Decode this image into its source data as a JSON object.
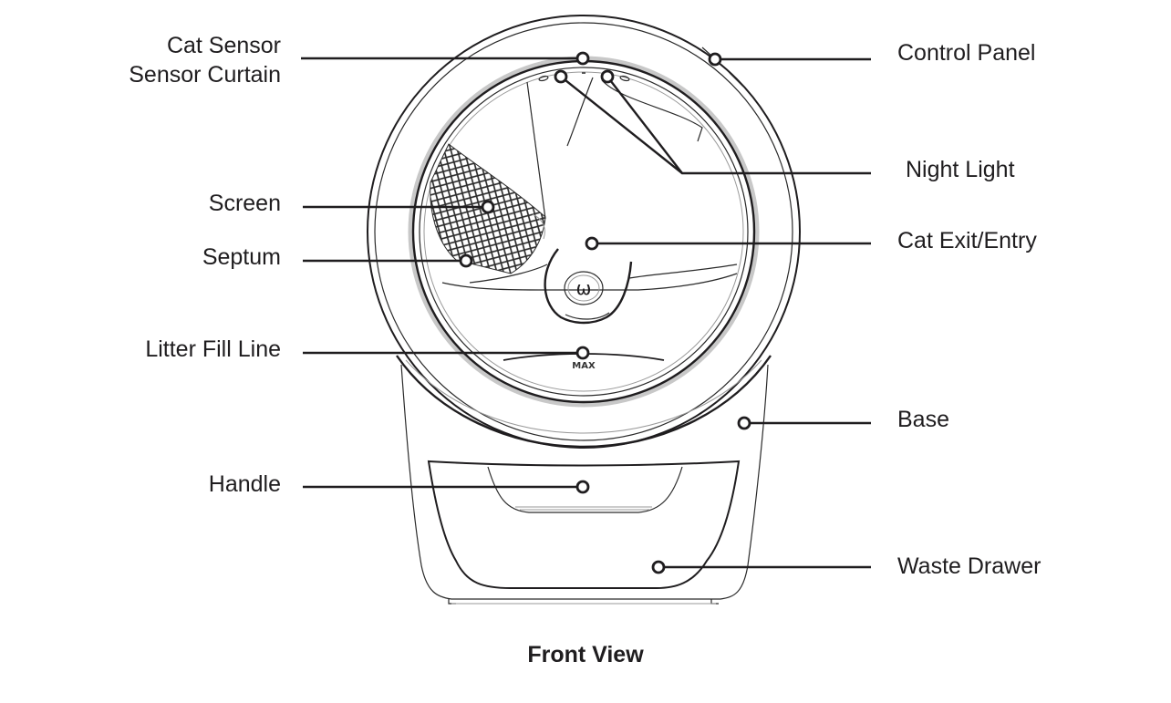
{
  "diagram": {
    "title": "Front View",
    "subject": "Automatic self-cleaning litter box",
    "colors": {
      "ink": "#1f1d1f",
      "background": "#ffffff"
    },
    "labels_left": [
      {
        "id": "cat-sensor",
        "lines": [
          "Cat Sensor",
          "Sensor Curtain"
        ]
      },
      {
        "id": "screen",
        "lines": [
          "Screen"
        ]
      },
      {
        "id": "septum",
        "lines": [
          "Septum"
        ]
      },
      {
        "id": "litter-fill-line",
        "lines": [
          "Litter Fill Line"
        ]
      },
      {
        "id": "handle",
        "lines": [
          "Handle"
        ]
      }
    ],
    "labels_right": [
      {
        "id": "control-panel",
        "lines": [
          "Control Panel"
        ]
      },
      {
        "id": "night-light",
        "lines": [
          "Night Light"
        ]
      },
      {
        "id": "cat-exit-entry",
        "lines": [
          "Cat Exit/Entry"
        ]
      },
      {
        "id": "base",
        "lines": [
          "Base"
        ]
      },
      {
        "id": "waste-drawer",
        "lines": [
          "Waste Drawer"
        ]
      }
    ],
    "fill_mark_text": "MAX",
    "logo_glyph": "ω"
  }
}
